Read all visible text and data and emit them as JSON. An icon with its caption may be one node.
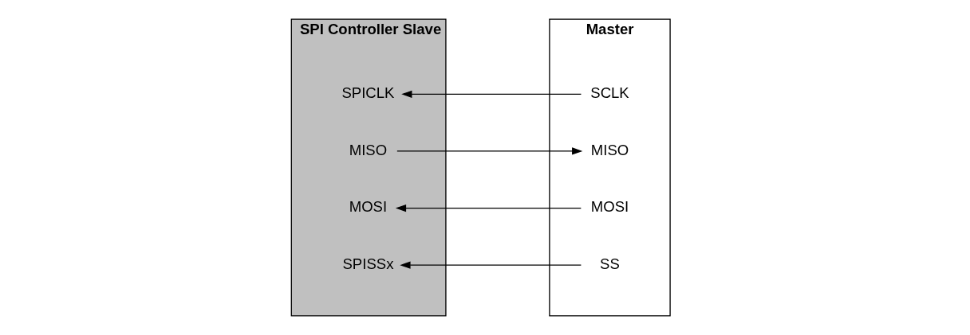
{
  "diagram": {
    "nodes": [
      {
        "text": [
          "SPI Controller Slave"
        ]
      },
      {
        "text": [
          "SPICLK"
        ],
        "in": 0
      },
      {
        "text": [
          "MISO"
        ],
        "in": 0
      },
      {
        "text": [
          "MOSI"
        ],
        "in": 0
      },
      {
        "text": [
          "SPISSx"
        ],
        "in": 0
      },
      {
        "text": [
          "Master"
        ]
      },
      {
        "text": [
          "SCLK"
        ],
        "in": 5
      },
      {
        "text": [
          "MISO"
        ],
        "in": 5
      },
      {
        "text": [
          "MOSI"
        ],
        "in": 5
      },
      {
        "text": [
          "SS"
        ],
        "in": 5
      }
    ],
    "edges": [
      {
        "from": 6,
        "to": 1,
        "arrow": "to"
      },
      {
        "from": 2,
        "to": 7,
        "arrow": "to"
      },
      {
        "from": 8,
        "to": 3,
        "arrow": "to"
      },
      {
        "from": 9,
        "to": 4,
        "arrow": "to"
      }
    ]
  }
}
